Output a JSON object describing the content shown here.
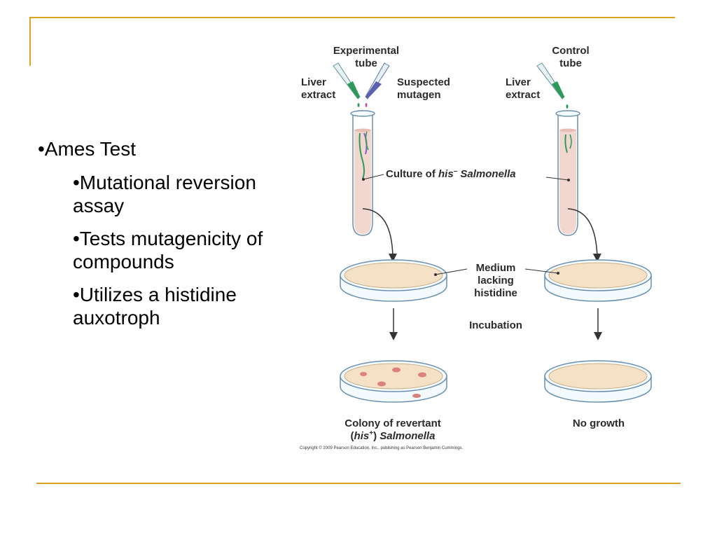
{
  "bullets": {
    "b1": "•Ames Test",
    "b2": "•Mutational reversion assay",
    "b3": "•Tests mutagenicity of compounds",
    "b4": "•Utilizes a histidine auxotroph"
  },
  "diagram": {
    "experimental_tube": [
      "Experimental",
      "tube"
    ],
    "control_tube": [
      "Control",
      "tube"
    ],
    "liver_extract": [
      "Liver",
      "extract"
    ],
    "suspected_mutagen": [
      "Suspected",
      "mutagen"
    ],
    "culture_prefix": "Culture of ",
    "culture_his": "his",
    "culture_sup": "–",
    "culture_species": " Salmonella",
    "medium": [
      "Medium",
      "lacking",
      "histidine"
    ],
    "incubation": "Incubation",
    "colony_line1": "Colony of revertant",
    "colony_paren_open": "(",
    "colony_his": "his",
    "colony_sup": "+",
    "colony_paren_close": ") ",
    "colony_species": "Salmonella",
    "no_growth": "No growth",
    "copyright": "Copyright © 2009 Pearson Education, Inc., publishing as Pearson Benjamin Cummings."
  }
}
